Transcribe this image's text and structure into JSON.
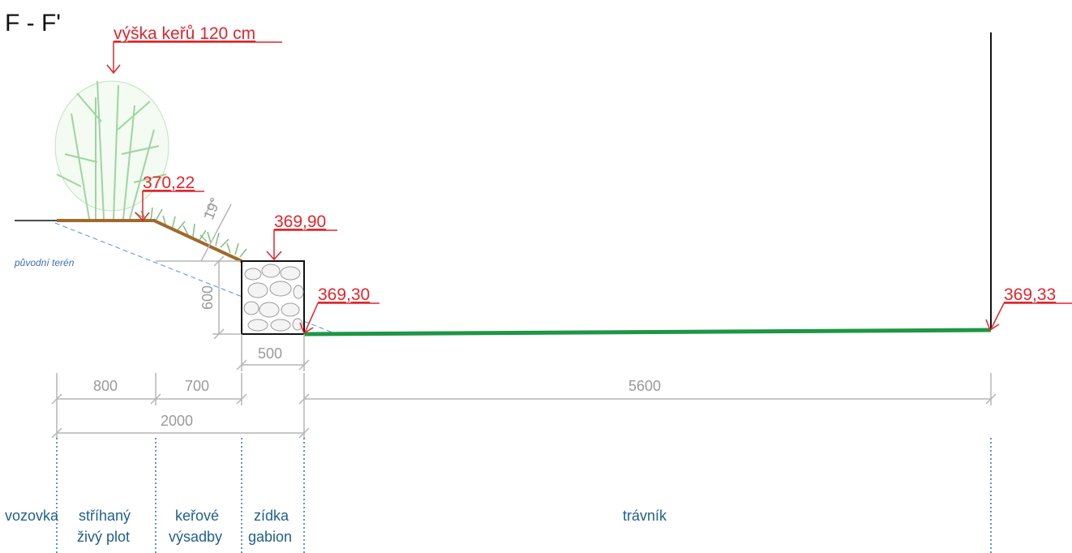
{
  "title": "F - F'",
  "callouts": {
    "shrub_height": "výška keřů 120 cm",
    "top": "370,22",
    "gabion_top": "369,90",
    "gabion_base": "369,30",
    "right_edge": "369,33"
  },
  "original_terrain": "původní terén",
  "angle": "19°",
  "dimensions": {
    "gabion_height": "600",
    "gabion_width": "500",
    "hedge": "800",
    "shrubs": "700",
    "total_left": "2000",
    "lawn": "5600"
  },
  "zones": {
    "road": "vozovka",
    "hedge_line1": "stříhaný",
    "hedge_line2": "živý plot",
    "shrubs_line1": "keřové",
    "shrubs_line2": "výsadby",
    "gabion_line1": "zídka",
    "gabion_line2": "gabion",
    "lawn": "trávník"
  },
  "colors": {
    "elevation": "#e0262d",
    "dimension": "#9a9a9a",
    "zone_text": "#1f5f8b",
    "lawn": "#1e9646",
    "soil": "#a06a2c",
    "vegetation": "#9fd49f"
  }
}
